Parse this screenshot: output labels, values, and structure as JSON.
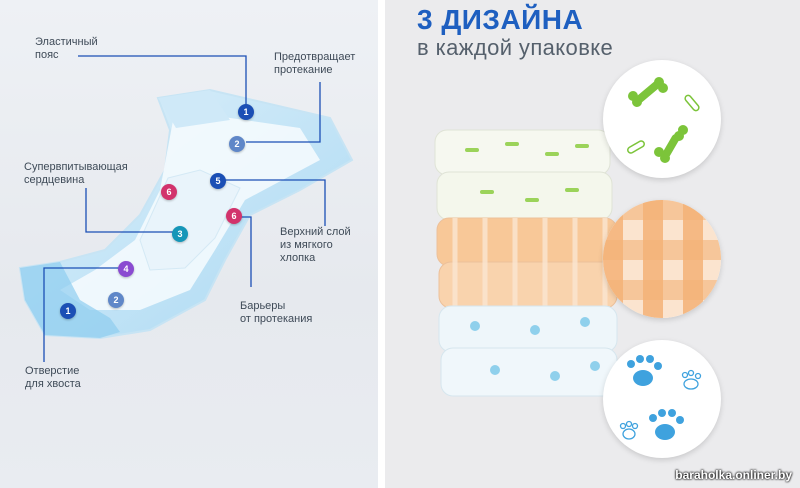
{
  "left_panel": {
    "labels": {
      "elastic_belt": "Эластичный\nпояс",
      "prevents_leak": "Предотвращает\nпротекание",
      "super_core": "Супервпитывающая\nсердцевина",
      "top_layer": "Верхний слой\nиз мягкого\nхлопка",
      "leak_barriers": "Барьеры\nот протекания",
      "tail_hole": "Отверстие\nдля хвоста"
    },
    "badges": {
      "b1": "1",
      "b2": "2",
      "b3": "3",
      "b4": "4",
      "b5": "5",
      "b6": "6"
    },
    "colors": {
      "badge_blue": "#1b4fb5",
      "badge_pink": "#d2336c",
      "badge_teal": "#1596b8",
      "badge_violet": "#8a4bd1"
    }
  },
  "right_panel": {
    "title_line1": "3 ДИЗАЙНА",
    "title_line2": "в каждой упаковке",
    "designs": [
      "bone-pattern-icon",
      "checker-pattern-icon",
      "paw-pattern-icon"
    ],
    "colors": {
      "title": "#1e5fc0",
      "bone_green": "#7cc43a",
      "checker_orange": "#f4b277",
      "paw_blue": "#3fa2de"
    }
  },
  "watermark": "baraholka.onliner.by"
}
